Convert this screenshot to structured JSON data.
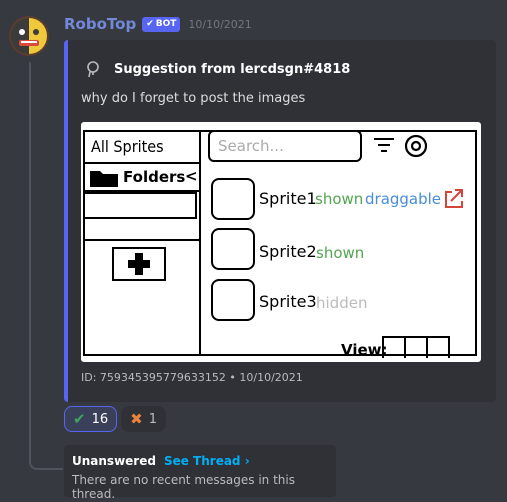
{
  "message": {
    "username": "RoboTop",
    "bot_badge": "BOT",
    "timestamp": "10/10/2021"
  },
  "embed": {
    "author": "Suggestion from lercdsgn#4818",
    "description": "why do I forget to post the images",
    "footer": "ID: 759345395779633152 • 10/10/2021",
    "accent_color": "#5865f2",
    "mockup": {
      "title": "All Sprites",
      "search_placeholder": "Search...",
      "folders_label": "Folders",
      "folders_chevron": "<",
      "sprites": [
        {
          "name": "Sprite1",
          "status": "shown",
          "extra": "draggable"
        },
        {
          "name": "Sprite2",
          "status": "shown"
        },
        {
          "name": "Sprite3",
          "status": "hidden"
        }
      ],
      "view_label": "View:"
    }
  },
  "reactions": [
    {
      "emoji": "✔",
      "count": "16"
    },
    {
      "emoji": "✖",
      "count": "1"
    }
  ],
  "thread": {
    "title": "Unanswered",
    "link": "See Thread ›",
    "message": "There are no recent messages in this thread."
  }
}
